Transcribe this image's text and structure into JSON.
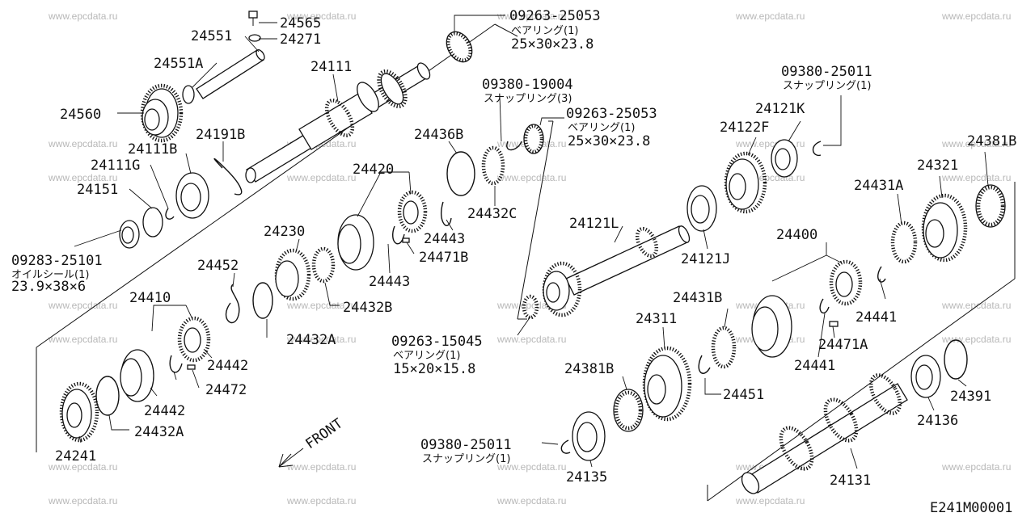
{
  "watermark": "www.epcdata.ru",
  "diagram_code": "E241M00001",
  "front_label": "FRONT",
  "labels": {
    "p24565": "24565",
    "p24271": "24271",
    "p24551": "24551",
    "p24551A": "24551A",
    "p24560": "24560",
    "p24111": "24111",
    "p24191B": "24191B",
    "p24111B": "24111B",
    "p24111G": "24111G",
    "p24151": "24151",
    "p09283_25101": "09283-25101",
    "p09263_25053_top": "09263-25053",
    "p09380_19004": "09380-19004",
    "p09263_25053_mid": "09263-25053",
    "p24436B": "24436B",
    "p24420": "24420",
    "p24432C": "24432C",
    "p24443a": "24443",
    "p24471B": "24471B",
    "p24443b": "24443",
    "p24230": "24230",
    "p24432B": "24432B",
    "p24452": "24452",
    "p24410": "24410",
    "p24432A_mid": "24432A",
    "p24442a": "24442",
    "p24472": "24472",
    "p24442b": "24442",
    "p24432A_low": "24432A",
    "p24241": "24241",
    "p09263_15045": "09263-15045",
    "p24121L": "24121L",
    "p24121J": "24121J",
    "p09380_25011_top": "09380-25011",
    "p24121K": "24121K",
    "p24122F": "24122F",
    "p24381B_top": "24381B",
    "p24321": "24321",
    "p24431A": "24431A",
    "p24400": "24400",
    "p24441a": "24441",
    "p24431B": "24431B",
    "p24311": "24311",
    "p24471A": "24471A",
    "p24441b": "24441",
    "p24381B_low": "24381B",
    "p24451": "24451",
    "p24391": "24391",
    "p24136": "24136",
    "p09380_25011_low": "09380-25011",
    "p24135": "24135",
    "p24131": "24131"
  },
  "descriptions": {
    "bearing_top_name": "ベアリング(1)",
    "bearing_top_size": "25×30×23.8",
    "snap_19004_name": "スナップリング(3)",
    "bearing_mid_name": "ベアリング(1)",
    "bearing_mid_size": "25×30×23.8",
    "oil_seal_name": "オイルシール(1)",
    "oil_seal_size": "23.9×38×6",
    "bearing_15045_name": "ベアリング(1)",
    "bearing_15045_size": "15×20×15.8",
    "snap_25011_top_name": "スナップリング(1)",
    "snap_25011_low_name": "スナップリング(1)"
  }
}
